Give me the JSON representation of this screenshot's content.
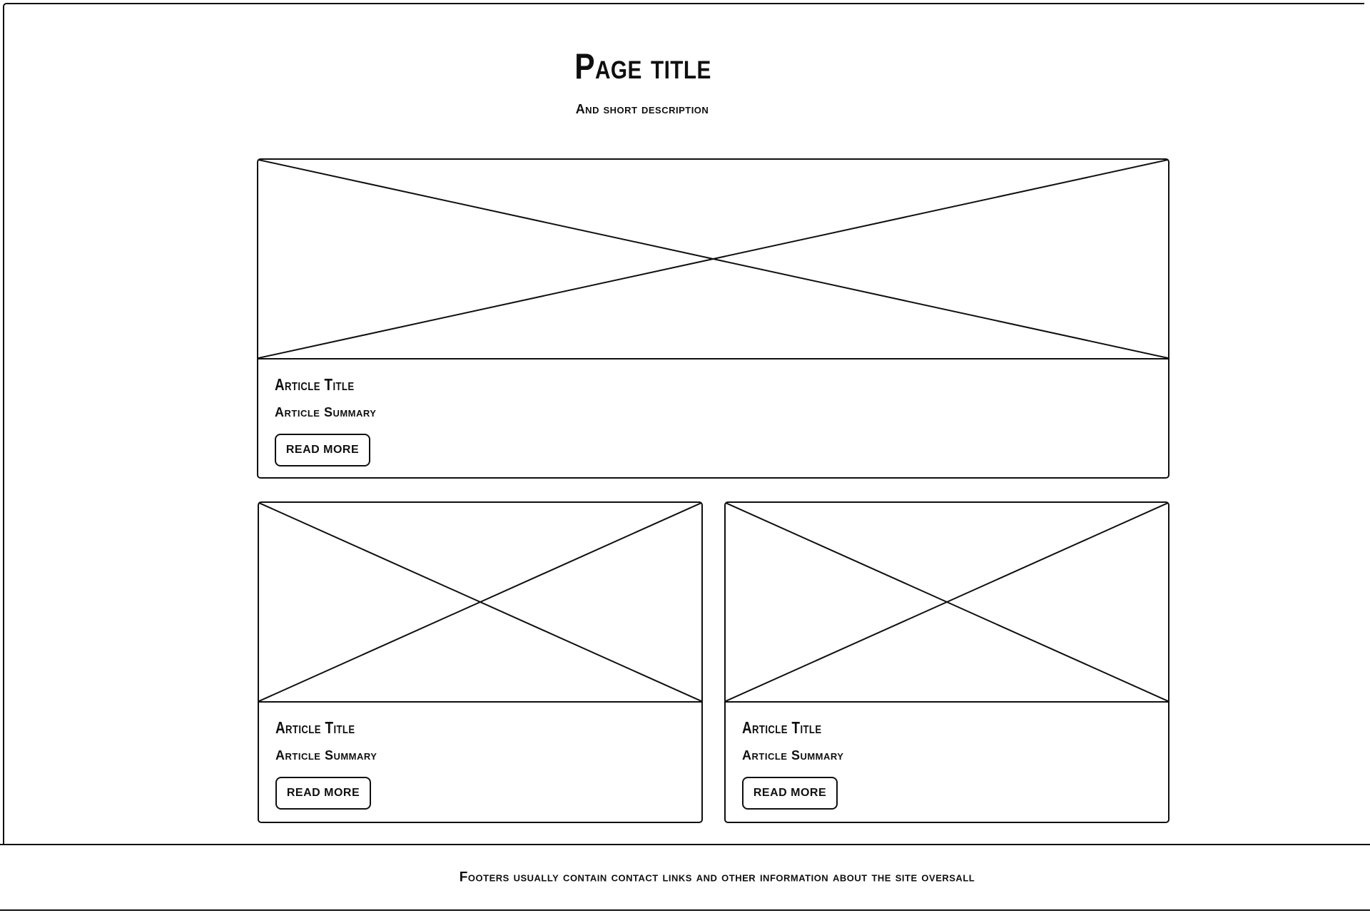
{
  "header": {
    "title": "Page title",
    "subtitle": "And short description"
  },
  "articles": [
    {
      "id": "featured-article",
      "title": "Article Title",
      "summary": "Article Summary",
      "button_label": "READ MORE",
      "image_placeholder": "crossed-box"
    },
    {
      "id": "left-article",
      "title": "Article Title",
      "summary": "Article Summary",
      "button_label": "READ MORE",
      "image_placeholder": "crossed-box"
    },
    {
      "id": "right-article",
      "title": "Article Title",
      "summary": "Article Summary",
      "button_label": "READ MORE",
      "image_placeholder": "crossed-box"
    }
  ],
  "footer": {
    "text": "Footers usually contain contact links and other information about the site oversall"
  },
  "colors": {
    "stroke": "#0f0f0f",
    "background": "#ffffff"
  }
}
